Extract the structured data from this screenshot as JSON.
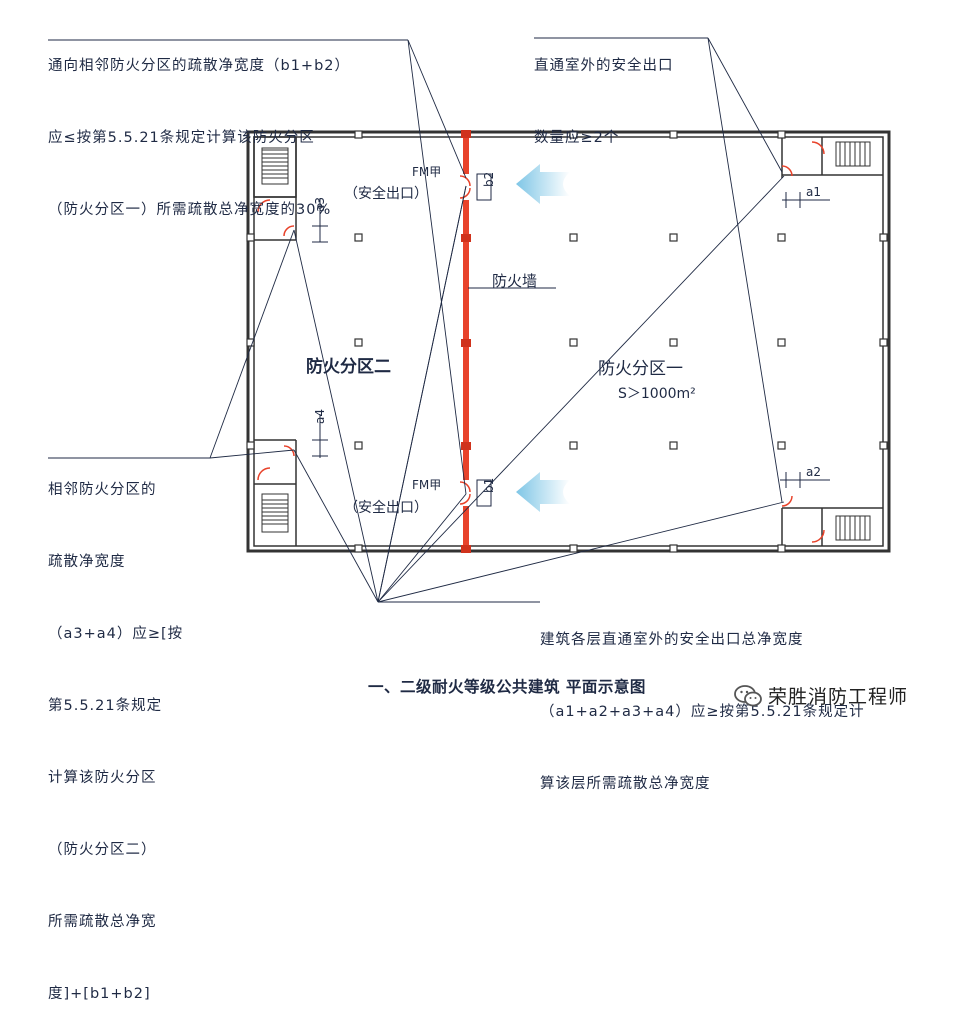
{
  "notes": {
    "top_left": [
      "通向相邻防火分区的疏散净宽度（b1+b2）",
      "应≤按第5.5.21条规定计算该防火分区",
      "（防火分区一）所需疏散总净宽度的30%"
    ],
    "top_right": [
      "直通室外的安全出口",
      "数量应≥2个"
    ],
    "left": [
      "相邻防火分区的",
      "疏散净宽度",
      "（a3+a4）应≥[按",
      "第5.5.21条规定",
      "计算该防火分区",
      "（防火分区二）",
      "所需疏散总净宽",
      "度]+[b1+b2]"
    ],
    "bottom_right": [
      "建筑各层直通室外的安全出口总净宽度",
      "（a1+a2+a3+a4）应≥按第5.5.21条规定计",
      "算该层所需疏散总净宽度"
    ]
  },
  "plan": {
    "zone1_name": "防火分区一",
    "zone1_area": "S＞1000m²",
    "zone2_name": "防火分区二",
    "firewall_label": "防火墙",
    "fm_label": "FM甲",
    "exit_label": "（安全出口）",
    "dims": {
      "a1": "a1",
      "a2": "a2",
      "a3": "a3",
      "a4": "a4",
      "b1": "b1",
      "b2": "b2"
    },
    "colors": {
      "wall": "#333333",
      "firewall": "#e8432b",
      "arrow": "#7fc6e6",
      "line": "#1f2a44"
    }
  },
  "caption": "一、二级耐火等级公共建筑  平面示意图",
  "brand": "荣胜消防工程师"
}
